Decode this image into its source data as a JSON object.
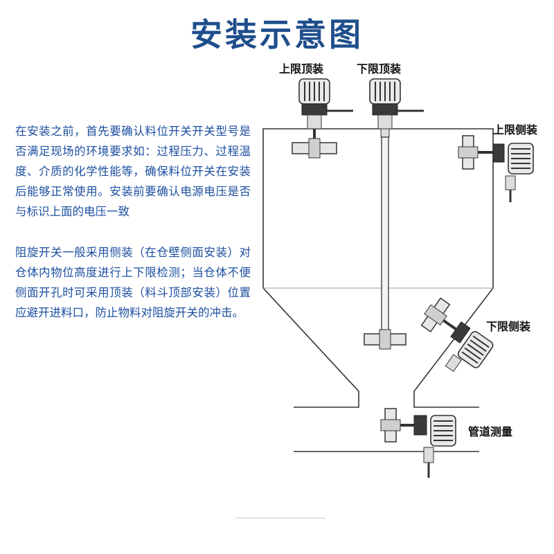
{
  "title": "安装示意图",
  "text": {
    "para1": "在安装之前，首先要确认料位开关开关型号是否满足现场的环境要求如：过程压力、过程温度、介质的化学性能等，确保料位开关在安装后能够正常使用。安装前要确认电源电压是否与标识上面的电压一致",
    "para2": "阻旋开关一般采用侧装（在仓壁侧面安装）对仓体内物位高度进行上下限检测；当仓体不便侧面开孔时可采用顶装（料斗顶部安装）位置应避开进料口，防止物料对阻旋开关的冲击。"
  },
  "labels": {
    "top_upper": "上限顶装",
    "top_lower": "下限顶装",
    "side_upper": "上限侧装",
    "side_lower": "下限侧装",
    "pipe": "管道测量"
  },
  "colors": {
    "title": "#1f4e8c",
    "text": "#1d4fa0",
    "lines": "#333333"
  }
}
